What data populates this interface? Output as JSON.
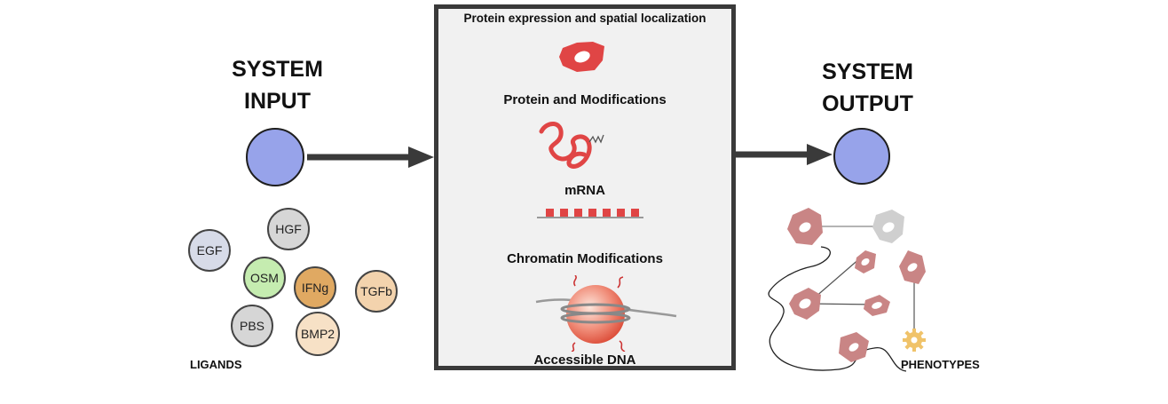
{
  "input": {
    "title_line1": "SYSTEM",
    "title_line2": "INPUT"
  },
  "output": {
    "title_line1": "SYSTEM",
    "title_line2": "OUTPUT"
  },
  "center": {
    "title": "Protein expression and spatial localization",
    "protein_label": "Protein and Modifications",
    "mrna_label": "mRNA",
    "chromatin_label": "Chromatin Modifications",
    "dna_label": "Accessible DNA"
  },
  "ligands": {
    "caption": "LIGANDS",
    "items": [
      {
        "label": "EGF",
        "color": "#d7dbe8"
      },
      {
        "label": "HGF",
        "color": "#d6d6d6"
      },
      {
        "label": "OSM",
        "color": "#c5ecb0"
      },
      {
        "label": "IFNg",
        "color": "#e0a962"
      },
      {
        "label": "TGFb",
        "color": "#f3d3ad"
      },
      {
        "label": "PBS",
        "color": "#d6d6d6"
      },
      {
        "label": "BMP2",
        "color": "#f7e1c6"
      }
    ]
  },
  "phenotypes": {
    "caption": "PHENOTYPES"
  },
  "colors": {
    "node_fill": "#97a3ea",
    "arrow": "#3a3a3a",
    "protein_red": "#e04545",
    "cell_pink": "#c98585"
  }
}
